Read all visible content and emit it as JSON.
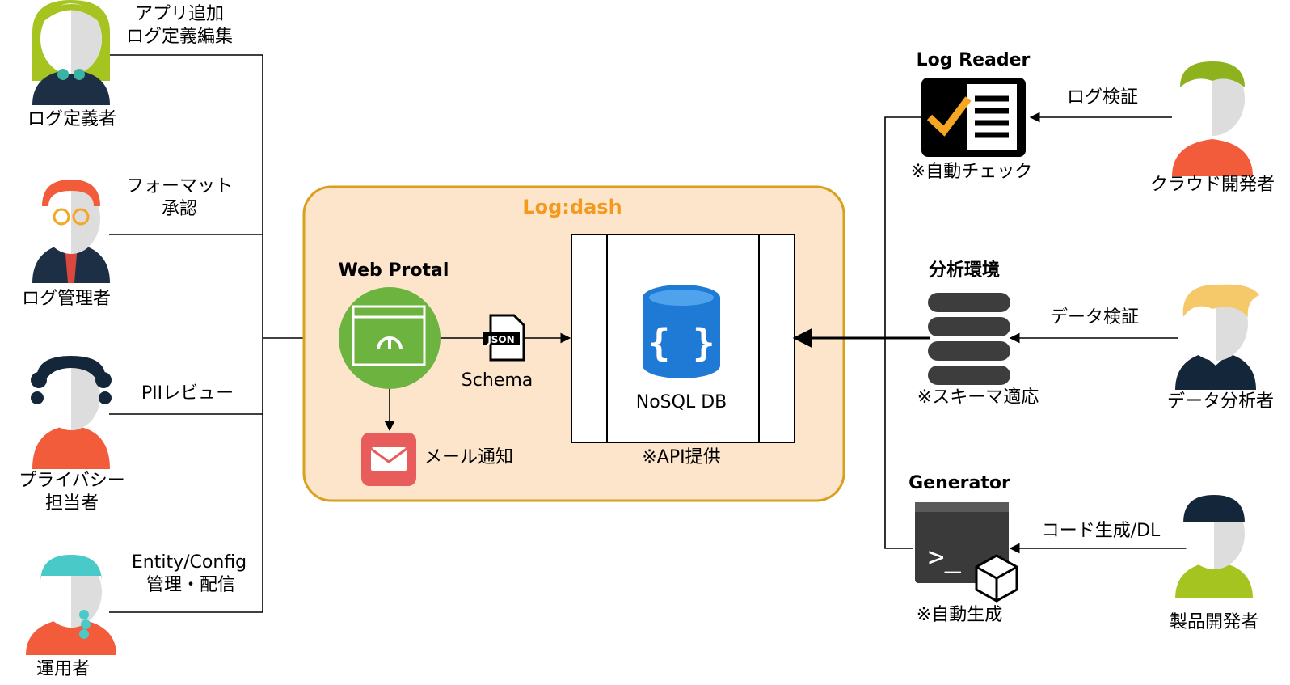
{
  "platform": {
    "title": "Log:dash",
    "portal_title": "Web Protal",
    "schema_label": "Schema",
    "json_icon_text": "JSON",
    "mail_label": "メール通知",
    "db_label": "NoSQL DB",
    "db_note": "※API提供"
  },
  "left_actors": [
    {
      "name": "ログ定義者",
      "edge_label_1": "アプリ追加",
      "edge_label_2": "ログ定義編集"
    },
    {
      "name": "ログ管理者",
      "edge_label_1": "フォーマット",
      "edge_label_2": "承認"
    },
    {
      "name_1": "プライバシー",
      "name_2": "担当者",
      "edge_label": "PIIレビュー"
    },
    {
      "name": "運用者",
      "edge_label_1": "Entity/Config",
      "edge_label_2": "管理・配信"
    }
  ],
  "right_tools": {
    "log_reader": {
      "title": "Log Reader",
      "note": "※自動チェック"
    },
    "analysis": {
      "title": "分析環境",
      "note": "※スキーマ適応"
    },
    "generator": {
      "title": "Generator",
      "note": "※自動生成",
      "prompt": ">_"
    }
  },
  "right_actors": [
    {
      "name": "クラウド開発者",
      "edge_label": "ログ検証"
    },
    {
      "name": "データ分析者",
      "edge_label": "データ検証"
    },
    {
      "name": "製品開発者",
      "edge_label": "コード生成/DL"
    }
  ],
  "colors": {
    "container_fill": "#fde5cc",
    "container_stroke": "#d9a01c",
    "title_orange": "#f39a1e",
    "portal_green": "#6db33f",
    "db_blue": "#1e7ad4",
    "mail_red": "#e85c5c",
    "reader_yellow": "#f5a623"
  }
}
